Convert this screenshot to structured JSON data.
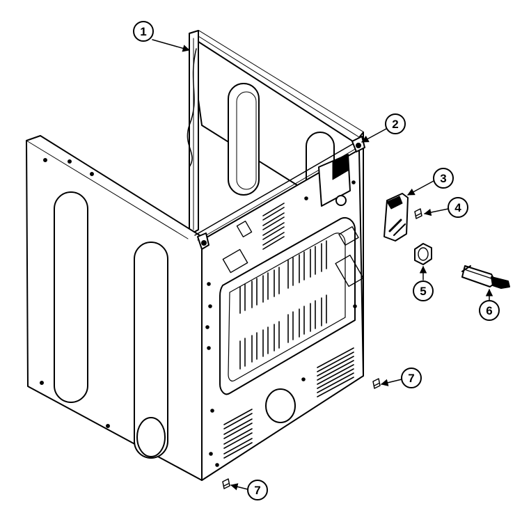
{
  "diagram": {
    "colors": {
      "line": "#000000",
      "fill": "#ffffff",
      "dark": "#000000"
    },
    "callouts": [
      {
        "id": "c1",
        "label": "1"
      },
      {
        "id": "c2",
        "label": "2"
      },
      {
        "id": "c3",
        "label": "3"
      },
      {
        "id": "c4",
        "label": "4"
      },
      {
        "id": "c5",
        "label": "5"
      },
      {
        "id": "c6",
        "label": "6"
      },
      {
        "id": "c7a",
        "label": "7"
      },
      {
        "id": "c7b",
        "label": "7"
      }
    ]
  }
}
